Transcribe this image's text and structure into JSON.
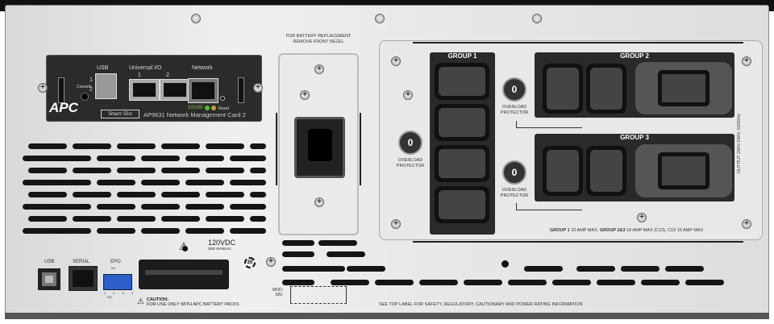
{
  "nmc": {
    "usb_label": "USB",
    "uio_label": "Universal I/O",
    "uio_port1": "1",
    "uio_port2": "2",
    "network_label": "Network",
    "console_label": "Console",
    "usb_port1": "1",
    "usb_port2": "2",
    "brand": "APC",
    "smartslot": "Smart Slot",
    "card_name": "AP9631 Network Management Card 2",
    "speed": "10/100",
    "reset_label": "Reset"
  },
  "battery": {
    "note_line1": "FOR BATTERY REPLACEMENT",
    "note_line2": "REMOVE FRONT BEZEL",
    "voltage": "120VDC",
    "see_manual": "SEE MANUAL",
    "caution_title": "CAUTION:",
    "caution_text": "FOR USE ONLY WITH APC BATTERY PACKS"
  },
  "ports": {
    "usb": "USB",
    "serial": "SERIAL",
    "epo": "EPO",
    "epo_nc": "NC",
    "epo_no": "NO",
    "epo_pins": [
      "1",
      "2",
      "3",
      "4"
    ]
  },
  "outputs": {
    "group1": "GROUP 1",
    "group2": "GROUP 2",
    "group3": "GROUP 3",
    "overload": "OVERLOAD PROTECTOR",
    "rating_g1_label": "GROUP 1",
    "rating_g1": "10 AMP MAX.",
    "rating_g23_label": "GROUP 2&3",
    "rating_g23": "10 AMP MAX (C13), C19 16 AMP MAX",
    "output_spec": "OUTPUT 200V-240V, 50/60Hz"
  },
  "misc": {
    "recycle_years": "20",
    "mod_label": "MOD:",
    "sn_label": "S/N:",
    "footer": "SEE TOP LABEL FOR SAFETY, REGULATORY, CAUTIONARY AND POWER RATING INFORMATION"
  }
}
